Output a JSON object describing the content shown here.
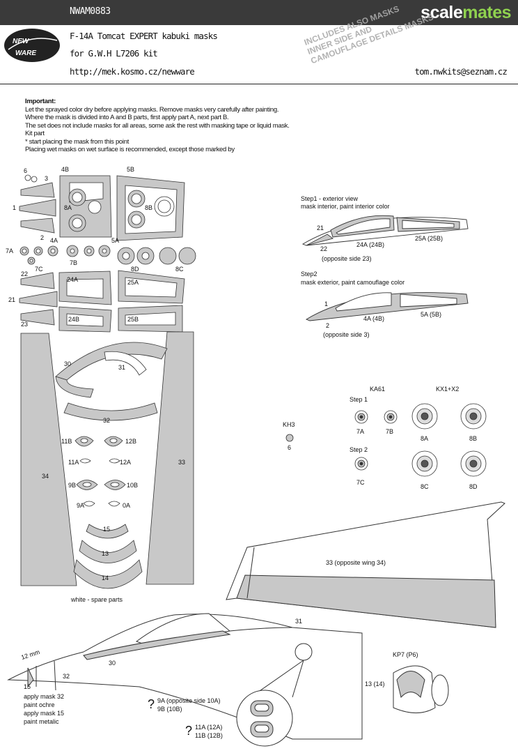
{
  "header": {
    "product_code": "NWAM0883",
    "brand_main": "scale",
    "brand_accent": "mates",
    "logo_line1": "NEW",
    "logo_line2": "WARE",
    "title_line1": "F-14A Tomcat EXPERT kabuki masks",
    "title_line2": "for G.W.H L7206 kit",
    "url": "http://mek.kosmo.cz/newware",
    "email": "tom.nwkits@seznam.cz",
    "stamp_lines": [
      "INCLUDES ALSO MASKS",
      "INNER SIDE AND",
      "CAMOUFLAGE DETAILS MASKS"
    ]
  },
  "notes": {
    "heading": "Important:",
    "lines": [
      "Let the sprayed color dry before applying masks. Remove masks very carefully after painting.",
      "Where the mask is divided into A and B parts, first apply part A, next part B.",
      "The set does not include masks for all areas, some ask the rest with masking tape or liquid mask.",
      "Kit part",
      "* start placing the mask from this point",
      "Placing wet masks on wet surface is recommended, except those marked by"
    ]
  },
  "parts": {
    "p6": "6",
    "p3": "3",
    "p1": "1",
    "p2": "2",
    "p4b": "4B",
    "p5b": "5B",
    "p8a": "8A",
    "p8b": "8B",
    "p4a": "4A",
    "p5a": "5A",
    "p7a": "7A",
    "p7b": "7B",
    "p7c": "7C",
    "p8d": "8D",
    "p8c": "8C",
    "p22": "22",
    "p21": "21",
    "p23": "23",
    "p24a": "24A",
    "p25a": "25A",
    "p24b": "24B",
    "p25b": "25B",
    "p30": "30",
    "p31": "31",
    "p32": "32",
    "p34": "34",
    "p33": "33",
    "p11b": "11B",
    "p12b": "12B",
    "p11a": "11A",
    "p12a": "12A",
    "p9b": "9B",
    "p10b": "10B",
    "p9a": "9A",
    "p10a": "0A",
    "p15": "15",
    "p13": "13",
    "p14": "14",
    "spare": "white - spare parts"
  },
  "steps": {
    "step1_title": "Step1 - exterior view",
    "step1_desc": "mask interior, paint interior color",
    "step1_21": "21",
    "step1_22": "22",
    "step1_24": "24A (24B)",
    "step1_25": "25A (25B)",
    "step1_opp": "(opposite side 23)",
    "step2_title": "Step2",
    "step2_desc": "mask exterior, paint camouflage color",
    "step2_1": "1",
    "step2_2": "2",
    "step2_4": "4A (4B)",
    "step2_5": "5A (5B)",
    "step2_opp": "(opposite side 3)"
  },
  "wheels": {
    "ka61": "KA61",
    "kx": "KX1+X2",
    "step1": "Step 1",
    "step2": "Step 2",
    "w7a": "7A",
    "w7b": "7B",
    "w8a": "8A",
    "w8b": "8B",
    "w7c": "7C",
    "w8c": "8C",
    "w8d": "8D",
    "kh3": "KH3",
    "kh3_part": "6"
  },
  "wing": {
    "label": "33 (opposite wing 34)"
  },
  "fuselage": {
    "dim": "12 mm",
    "p15": "15",
    "p32": "32",
    "p30": "30",
    "p31": "31",
    "instr": [
      "apply mask 32",
      "paint ochre",
      "apply mask 15",
      "paint metalic"
    ],
    "q9": "9A (opposite side 10A)",
    "q9b": "9B (10B)",
    "q11": "11A (12A)",
    "q11b": "11B (12B)",
    "qmark": "?"
  },
  "kp7": {
    "title": "KP7 (P6)",
    "part": "13 (14)"
  },
  "colors": {
    "mask_gray": "#c8c8c8",
    "topbar": "#3a3a3a",
    "brand_accent": "#8fd14f"
  }
}
